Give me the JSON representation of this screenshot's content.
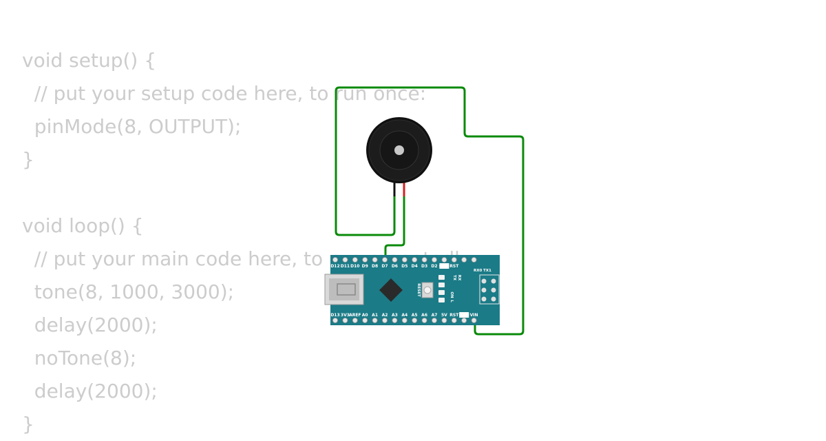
{
  "code": {
    "lines": [
      "void setup() {",
      "  // put your setup code here, to run once:",
      "  pinMode(8, OUTPUT);",
      "}",
      "",
      "void loop() {",
      "  // put your main code here, to run repeatedly:",
      "  tone(8, 1000, 3000);",
      "  delay(2000);",
      "  noTone(8);",
      "  delay(2000);",
      "}"
    ]
  },
  "board": {
    "top_pins": [
      "D12",
      "D11",
      "D10",
      "D9",
      "D8",
      "D7",
      "D6",
      "D5",
      "D4",
      "D3",
      "D2",
      "GND",
      "RST"
    ],
    "serial_labels": [
      "RX0",
      "TX1"
    ],
    "bottom_pins": [
      "D13",
      "3V3",
      "AREF",
      "A0",
      "A1",
      "A2",
      "A3",
      "A4",
      "A5",
      "A6",
      "A7",
      "5V",
      "RST",
      "GND",
      "VIN"
    ],
    "reset_label": "RESET",
    "led_labels": [
      "TX",
      "RX",
      "ON",
      "L"
    ]
  },
  "colors": {
    "code_text": "#cccccc",
    "board": "#1b7b87",
    "wire": "#0a8a0a",
    "buzzer": "#1a1a1a"
  }
}
